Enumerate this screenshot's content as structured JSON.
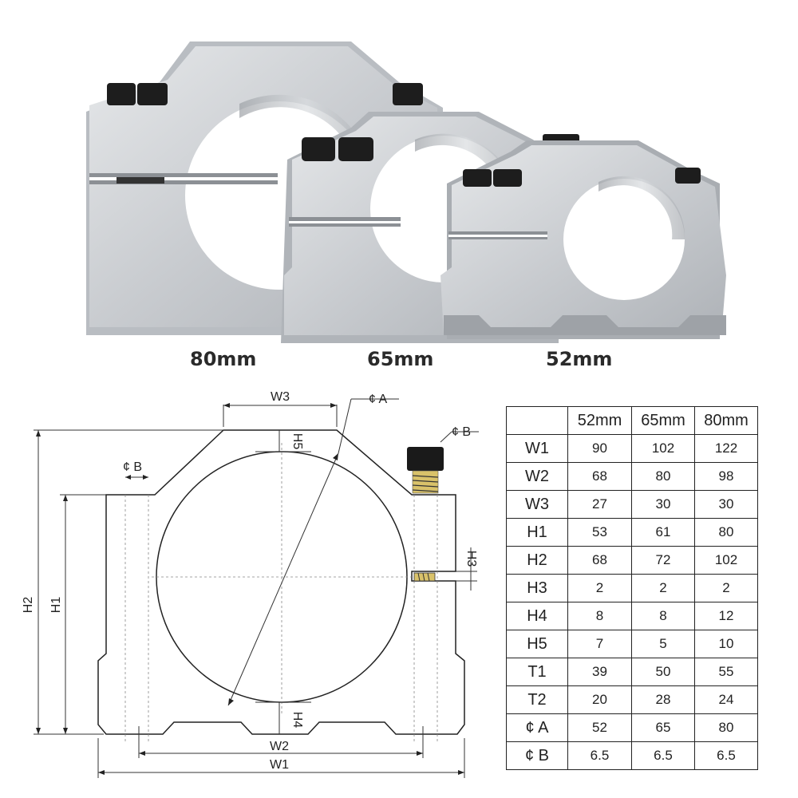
{
  "photo": {
    "labels": [
      "80mm",
      "65mm",
      "52mm"
    ]
  },
  "drawing": {
    "labels": {
      "w1": "W1",
      "w2": "W2",
      "w3": "W3",
      "h1": "H1",
      "h2": "H2",
      "h3": "H3",
      "h4": "H4",
      "h5": "H5",
      "dia_a": "¢ A",
      "dia_b_left": "¢ B",
      "dia_b_right": "¢ B"
    }
  },
  "table": {
    "headers": [
      "",
      "52mm",
      "65mm",
      "80mm"
    ],
    "rows": [
      {
        "label": "W1",
        "values": [
          "90",
          "102",
          "122"
        ]
      },
      {
        "label": "W2",
        "values": [
          "68",
          "80",
          "98"
        ]
      },
      {
        "label": "W3",
        "values": [
          "27",
          "30",
          "30"
        ]
      },
      {
        "label": "H1",
        "values": [
          "53",
          "61",
          "80"
        ]
      },
      {
        "label": "H2",
        "values": [
          "68",
          "72",
          "102"
        ]
      },
      {
        "label": "H3",
        "values": [
          "2",
          "2",
          "2"
        ]
      },
      {
        "label": "H4",
        "values": [
          "8",
          "8",
          "12"
        ]
      },
      {
        "label": "H5",
        "values": [
          "7",
          "5",
          "10"
        ]
      },
      {
        "label": "T1",
        "values": [
          "39",
          "50",
          "55"
        ]
      },
      {
        "label": "T2",
        "values": [
          "20",
          "28",
          "24"
        ]
      },
      {
        "label": "¢ A",
        "values": [
          "52",
          "65",
          "80"
        ]
      },
      {
        "label": "¢ B",
        "values": [
          "6.5",
          "6.5",
          "6.5"
        ]
      }
    ]
  }
}
